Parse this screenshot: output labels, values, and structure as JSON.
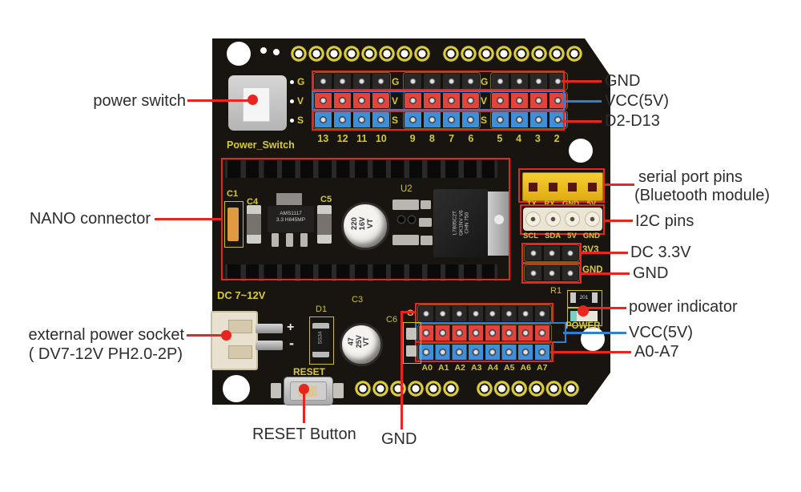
{
  "colors": {
    "callout_red": "#e8251f",
    "callout_blue": "#2f80d0",
    "pcb_black": "#18140f",
    "silk_yellow": "#d6cb33",
    "pin_red": "#e0443c",
    "pin_blue": "#3e8ed8",
    "connector_yellow": "#f2c31f"
  },
  "callouts": {
    "power_switch": "power switch",
    "nano_connector": "NANO connector",
    "ext_power_line1": "external power socket",
    "ext_power_line2": "( DV7-12V PH2.0-2P)",
    "reset_button": "RESET Button",
    "gnd_bottom": "GND",
    "gnd_digital": "GND",
    "vcc_digital": "VCC(5V)",
    "d2_d13": "D2-D13",
    "serial_line1": "serial port pins",
    "serial_line2": "(Bluetooth module)",
    "i2c_pins": "I2C pins",
    "dc_3v3": "DC 3.3V",
    "gnd_3pin": "GND",
    "power_indicator": "power indicator",
    "vcc_analog": "VCC(5V)",
    "a0_a7": "A0-A7"
  },
  "silkscreen": {
    "power_switch": "Power_Switch",
    "dc_input": "DC 7~12V",
    "reset": "RESET",
    "r1": "R1",
    "power": "POWER",
    "v3v3": "3V3",
    "gnd": "GND",
    "u2": "U2",
    "c1": "C1",
    "c4": "C4",
    "c5": "C5",
    "c3": "C3",
    "c6": "C6",
    "d1": "D1",
    "plus": "+",
    "minus": "-",
    "row_g": "G",
    "row_v": "V",
    "row_s": "S",
    "digital_group1": [
      "13",
      "12",
      "11",
      "10"
    ],
    "digital_group2": [
      "9",
      "8",
      "7",
      "6"
    ],
    "digital_group3": [
      "5",
      "4",
      "3",
      "2"
    ],
    "analog": [
      "A0",
      "A1",
      "A2",
      "A3",
      "A4",
      "A5",
      "A6",
      "A7"
    ],
    "serial_header": [
      "TX",
      "RX",
      "GND",
      "5V"
    ],
    "i2c_header": [
      "SCL",
      "SDA",
      "5V",
      "GND"
    ],
    "reg_line1": "AMS1117",
    "reg_line2": "3.3 H845MP",
    "cap_big": [
      "220",
      "16V",
      "VT"
    ],
    "cap_small": [
      "47",
      "25V",
      "VT"
    ],
    "u2_text": [
      "L7805C2T",
      "GK1NV V6",
      "CHN 750"
    ],
    "d1_text": "SS34",
    "r1_chip": "201"
  }
}
